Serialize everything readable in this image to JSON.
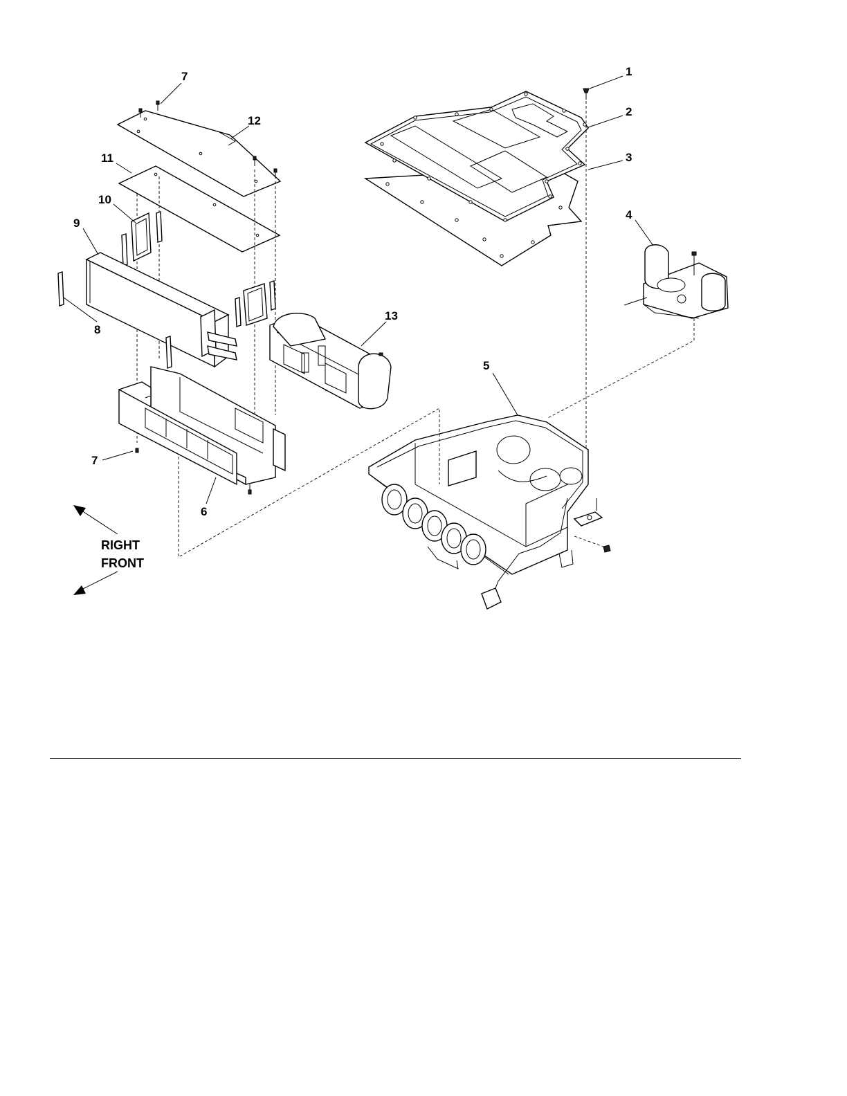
{
  "callouts": [
    {
      "id": "c1",
      "label": "1"
    },
    {
      "id": "c2",
      "label": "2"
    },
    {
      "id": "c3",
      "label": "3"
    },
    {
      "id": "c4",
      "label": "4"
    },
    {
      "id": "c5",
      "label": "5"
    },
    {
      "id": "c6",
      "label": "6"
    },
    {
      "id": "c7a",
      "label": "7"
    },
    {
      "id": "c7b",
      "label": "7"
    },
    {
      "id": "c8",
      "label": "8"
    },
    {
      "id": "c9",
      "label": "9"
    },
    {
      "id": "c10",
      "label": "10"
    },
    {
      "id": "c11",
      "label": "11"
    },
    {
      "id": "c12",
      "label": "12"
    },
    {
      "id": "c13",
      "label": "13"
    }
  ],
  "direction": {
    "right_label": "RIGHT",
    "front_label": "FRONT"
  }
}
